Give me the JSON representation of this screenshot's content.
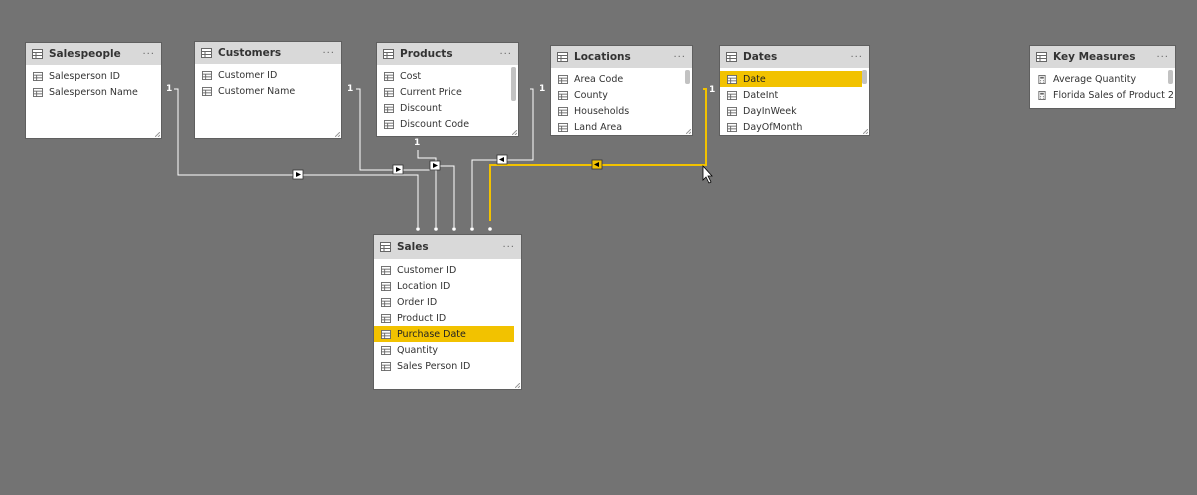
{
  "tables": {
    "salespeople": {
      "title": "Salespeople",
      "more": "···",
      "fields": [
        "Salesperson ID",
        "Salesperson Name"
      ]
    },
    "customers": {
      "title": "Customers",
      "more": "···",
      "fields": [
        "Customer ID",
        "Customer Name"
      ]
    },
    "products": {
      "title": "Products",
      "more": "···",
      "fields": [
        "Cost",
        "Current Price",
        "Discount",
        "Discount Code"
      ]
    },
    "locations": {
      "title": "Locations",
      "more": "···",
      "fields": [
        "Area Code",
        "County",
        "Households",
        "Land Area"
      ]
    },
    "dates": {
      "title": "Dates",
      "more": "···",
      "fields": [
        "Date",
        "DateInt",
        "DayInWeek",
        "DayOfMonth"
      ],
      "selected": "Date"
    },
    "key_measures": {
      "title": "Key Measures",
      "more": "···",
      "fields": [
        "Average Quantity",
        "Florida Sales of Product 2..."
      ]
    },
    "sales": {
      "title": "Sales",
      "more": "···",
      "fields": [
        "Customer ID",
        "Location ID",
        "Order ID",
        "Product ID",
        "Purchase Date",
        "Quantity",
        "Sales Person ID"
      ],
      "selected": "Purchase Date"
    }
  },
  "cardinality": {
    "one": "1"
  },
  "colors": {
    "canvas": "#737373",
    "highlight": "#f2c200",
    "line": "#ffffff"
  }
}
